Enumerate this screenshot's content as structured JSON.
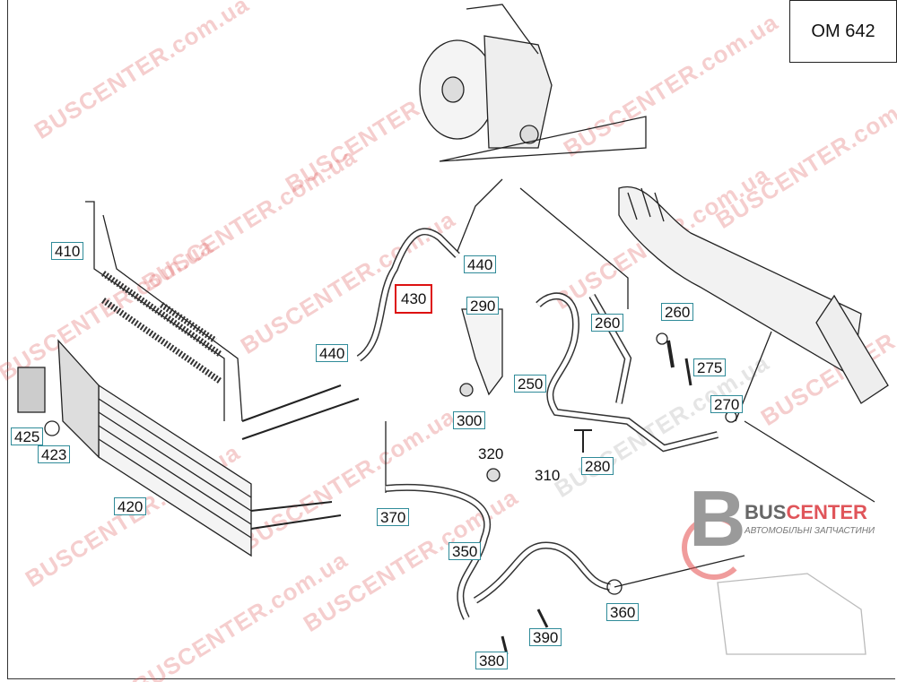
{
  "engine_code": "OM 642",
  "watermark": "BUSCENTER.com.ua",
  "brand": {
    "part1": "BUS",
    "part2": "CENTER",
    "tagline": "АВТОМОБІЛЬНІ ЗАПЧАСТИНИ"
  },
  "labels": {
    "p410": "410",
    "p430": "430",
    "p440a": "440",
    "p440b": "440",
    "p290": "290",
    "p260a": "260",
    "p260b": "260",
    "p275": "275",
    "p250": "250",
    "p270": "270",
    "p300": "300",
    "p320": "320",
    "p310": "310",
    "p280": "280",
    "p425": "425",
    "p423": "423",
    "p420": "420",
    "p370": "370",
    "p350": "350",
    "p360": "360",
    "p390": "390",
    "p380": "380"
  },
  "selected_part": "430",
  "colors": {
    "label_border": "#2f8b99",
    "selected_border": "#dd1111",
    "watermark": "#dc5050"
  }
}
